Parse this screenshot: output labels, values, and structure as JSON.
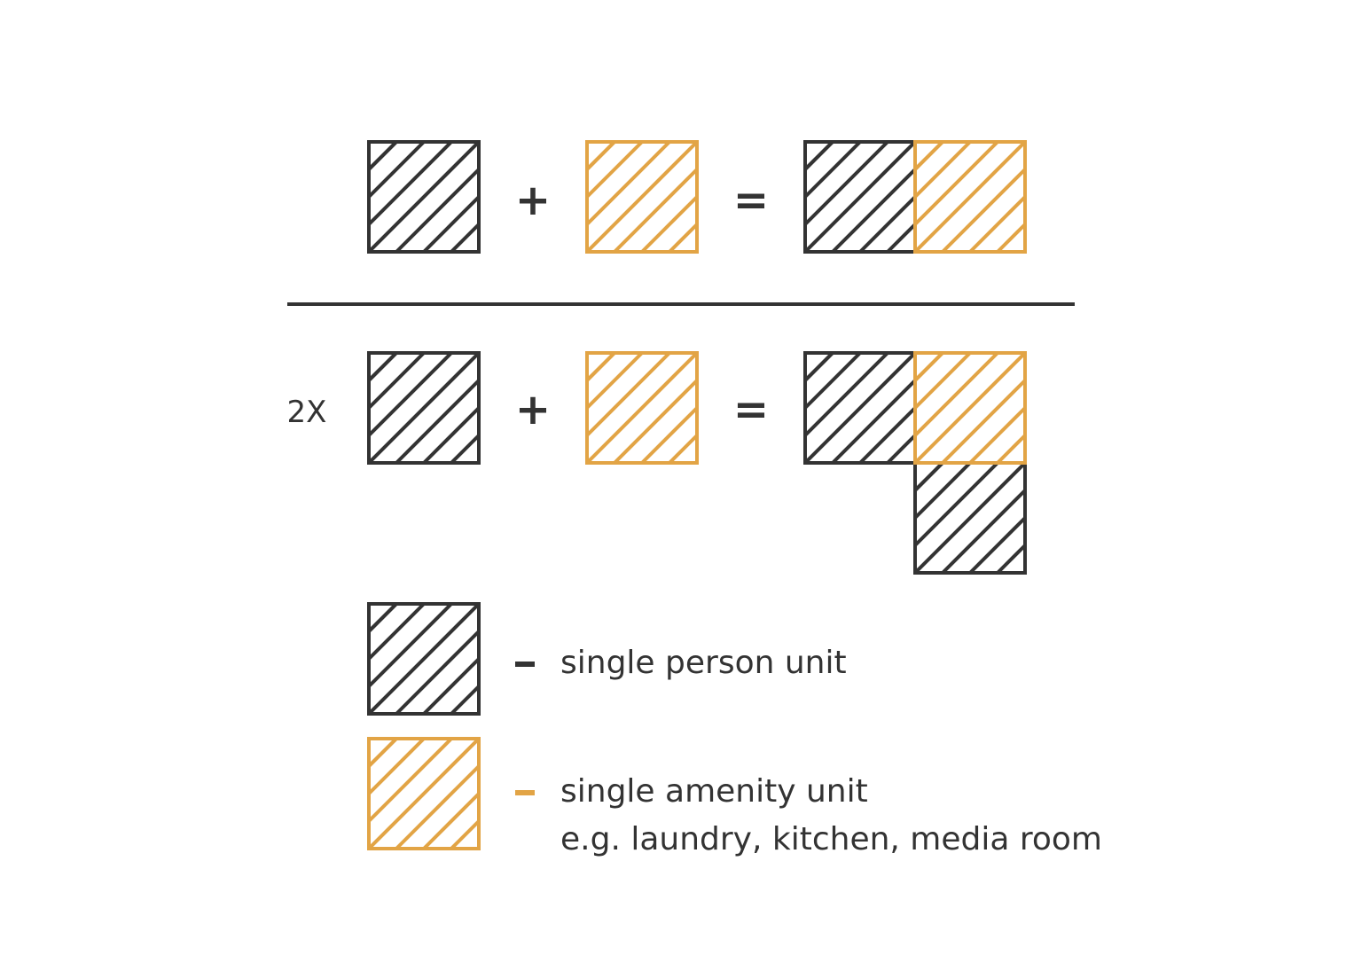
{
  "colors": {
    "person": "#333333",
    "amenity": "#E2A445",
    "background": "#FFFFFF"
  },
  "equations": [
    {
      "multiplier": "",
      "plus": "+",
      "equals": "=",
      "result": "person-amenity-side-by-side"
    },
    {
      "multiplier": "2X",
      "plus": "+",
      "equals": "=",
      "result": "person-amenity-plus-person-below"
    }
  ],
  "legend": [
    {
      "unit": "person",
      "dash": "-",
      "label": "single person unit",
      "sublabel": ""
    },
    {
      "unit": "amenity",
      "dash": "-",
      "label": "single amenity unit",
      "sublabel": "e.g. laundry, kitchen, media room"
    }
  ]
}
